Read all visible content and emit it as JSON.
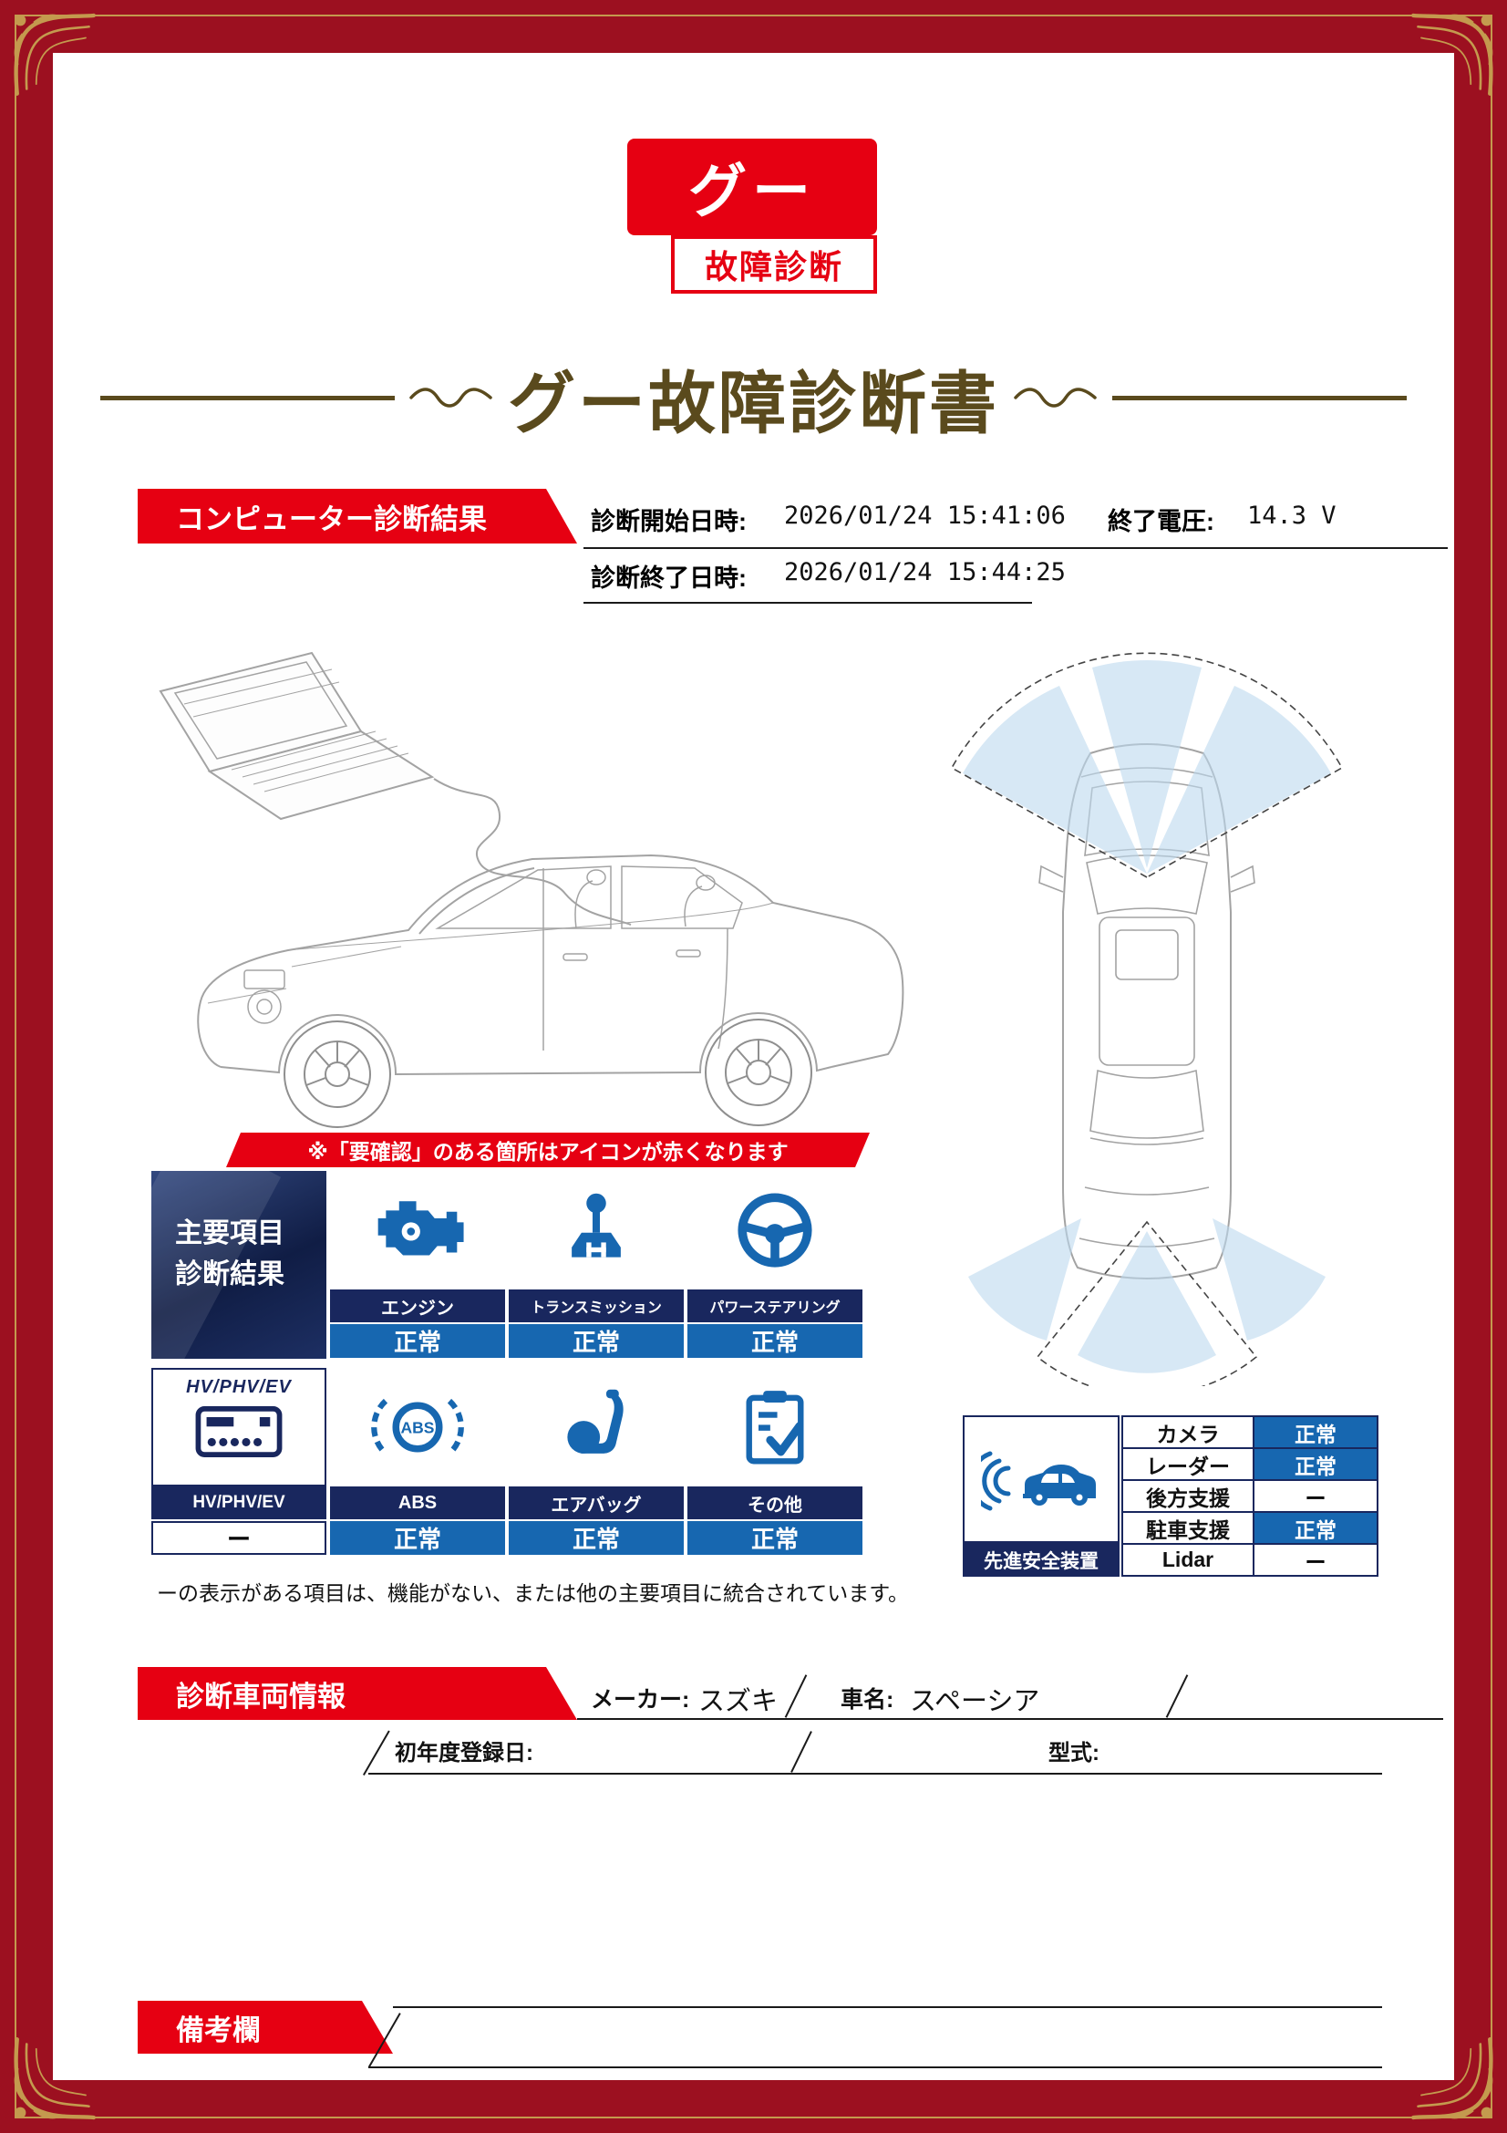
{
  "logo": {
    "mark": "グー",
    "caption": "故障診断"
  },
  "title": "グー故障診断書",
  "computer_diagnosis": {
    "section_title": "コンピューター診断結果",
    "start_label": "診断開始日時:",
    "start_value": "2026/01/24 15:41:06",
    "voltage_label": "終了電圧:",
    "voltage_value": "14.3 V",
    "end_label": "診断終了日時:",
    "end_value": "2026/01/24 15:44:25"
  },
  "diagnosis": {
    "notice": "※「要確認」のある箇所はアイコンが赤くなります",
    "main_box": {
      "line1": "主要項目",
      "line2": "診断結果"
    },
    "items": [
      {
        "label": "エンジン",
        "status": "正常"
      },
      {
        "label": "トランスミッション",
        "status": "正常"
      },
      {
        "label": "パワーステアリング",
        "status": "正常"
      },
      {
        "header": "HV/PHV/EV",
        "label": "HV/PHV/EV",
        "status": "ー"
      },
      {
        "label": "ABS",
        "status": "正常"
      },
      {
        "label": "エアバッグ",
        "status": "正常"
      },
      {
        "label": "その他",
        "status": "正常"
      }
    ],
    "footnote": "ーの表示がある項目は、機能がない、または他の主要項目に統合されています。"
  },
  "safety": {
    "title": "先進安全装置",
    "rows": [
      {
        "label": "カメラ",
        "status": "正常"
      },
      {
        "label": "レーダー",
        "status": "正常"
      },
      {
        "label": "後方支援",
        "status": "ー"
      },
      {
        "label": "駐車支援",
        "status": "正常"
      },
      {
        "label": "Lidar",
        "status": "ー"
      }
    ]
  },
  "vehicle": {
    "section_title": "診断車両情報",
    "maker_label": "メーカー:",
    "maker_value": "スズキ",
    "name_label": "車名:",
    "name_value": "スペーシア",
    "registration_label": "初年度登録日:",
    "registration_value": "",
    "model_label": "型式:",
    "model_value": ""
  },
  "remarks": {
    "section_title": "備考欄"
  },
  "colors": {
    "accent_red": "#e60012",
    "frame_red": "#9c1020",
    "gold": "#c49a4e",
    "navy": "#19275e",
    "blue": "#1767b0",
    "title_brown": "#5a4a1d"
  }
}
